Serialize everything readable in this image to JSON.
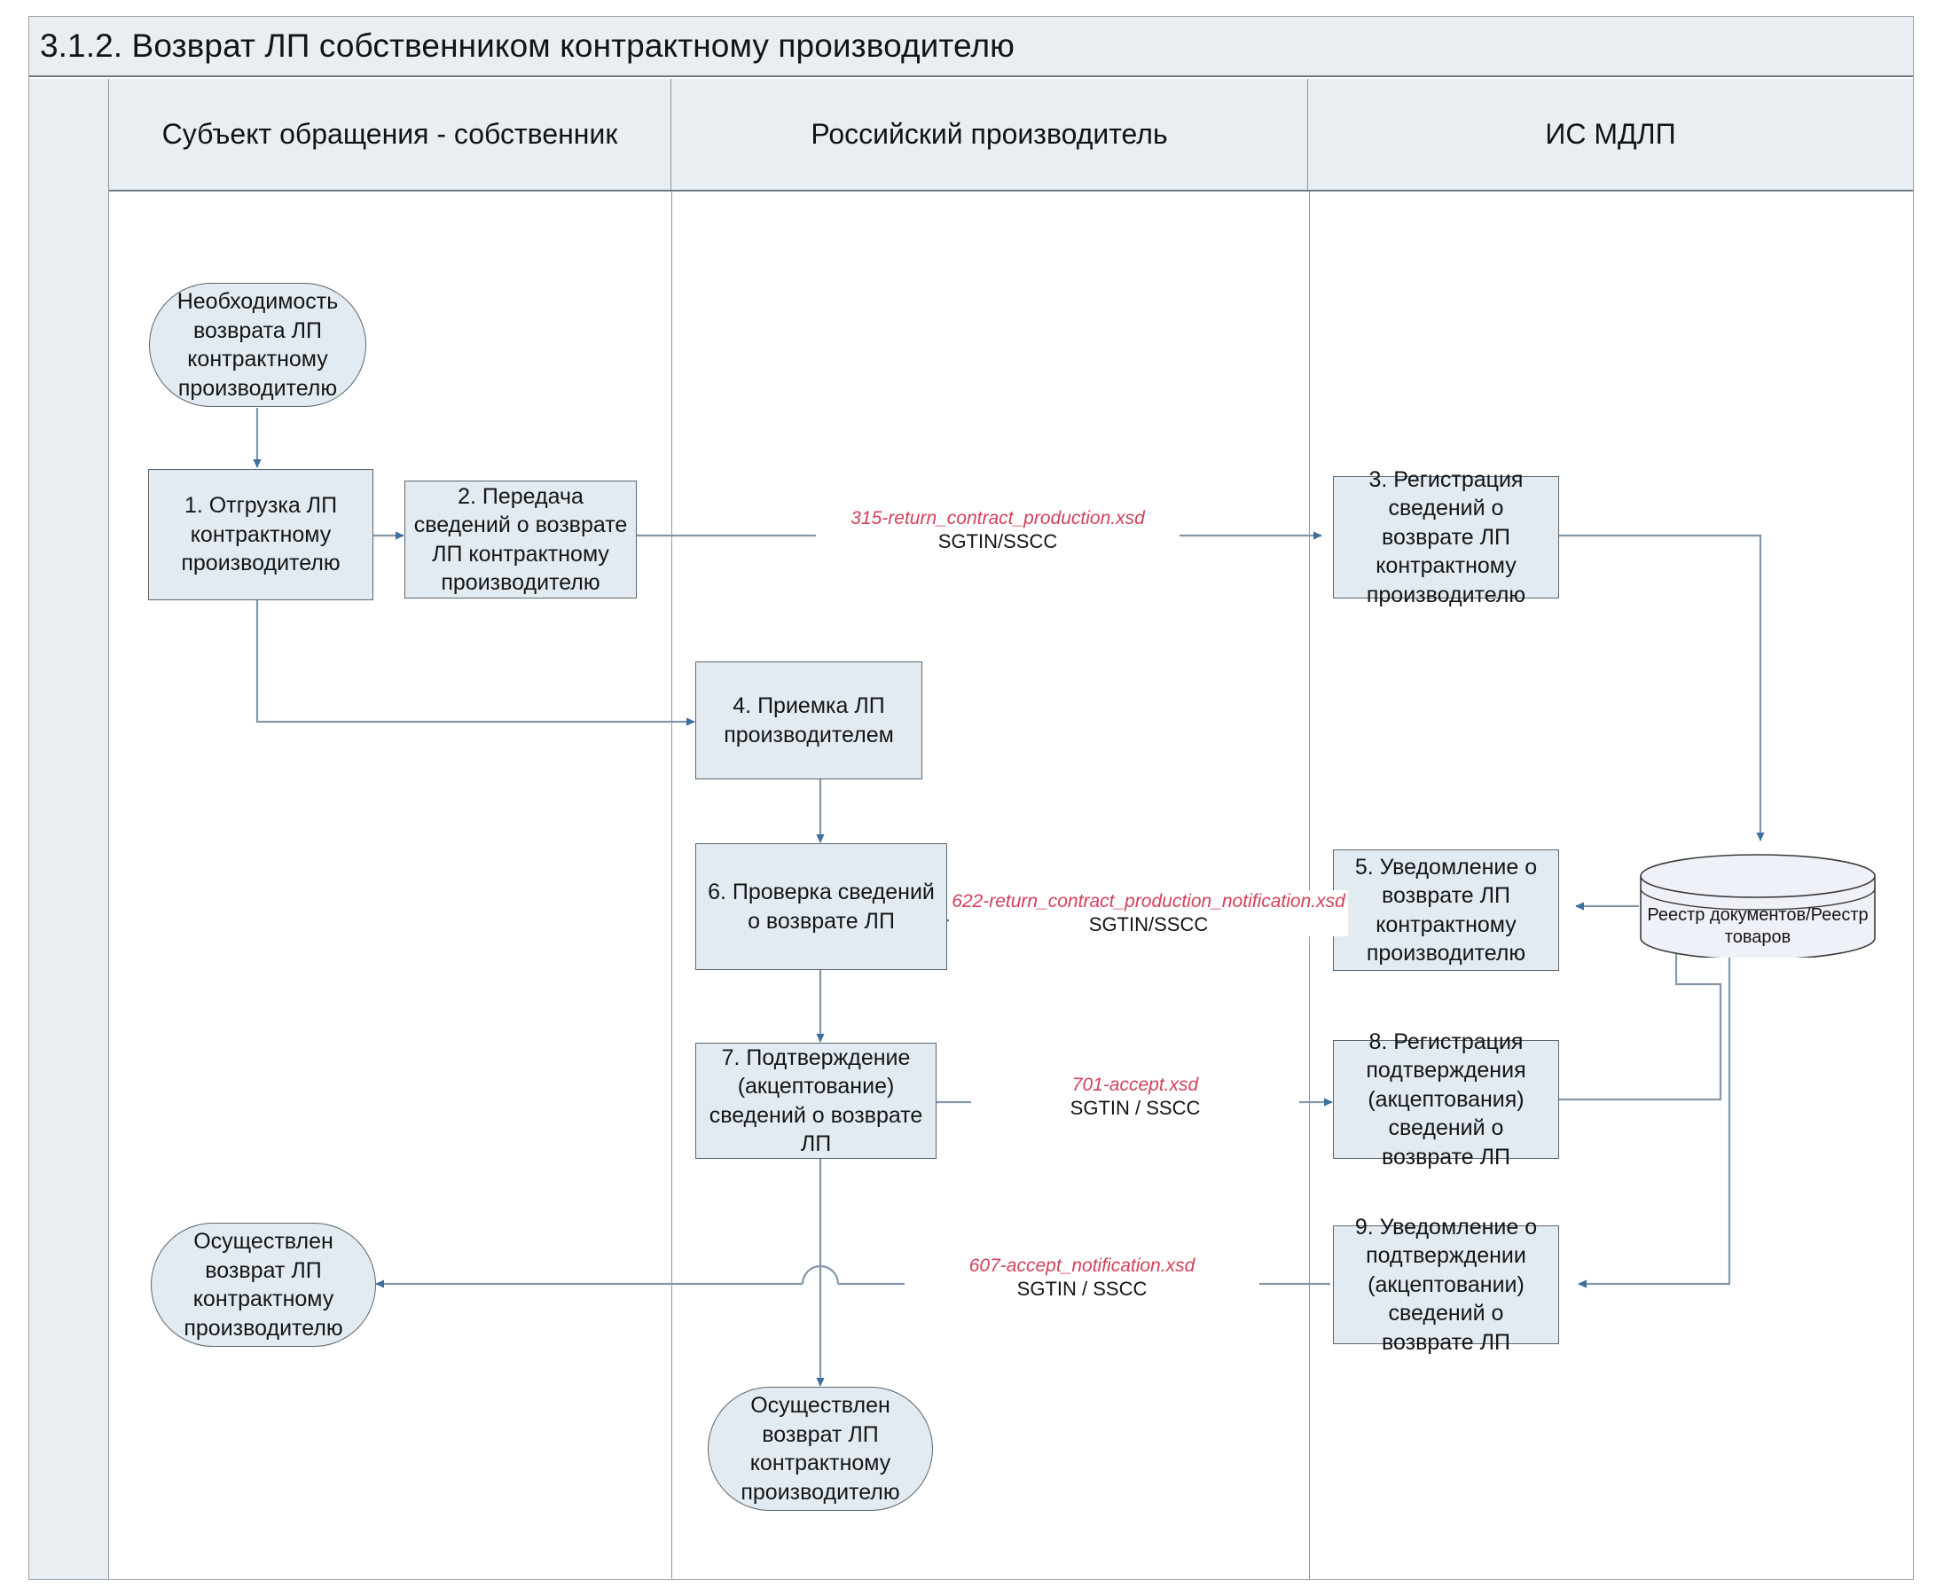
{
  "diagram": {
    "title": "3.1.2. Возврат ЛП собственником контрактному производителю",
    "type": "swimlane-flowchart",
    "colors": {
      "lane_header_bg": "#e8eef2",
      "node_fill": "#e3ebf2",
      "node_border": "#5d666e",
      "connector": "#8497a8",
      "arrow_head": "#3d6f9e",
      "xsd_label": "#d2415a"
    },
    "lanes": [
      {
        "id": "owner",
        "label": "Субъект обращения - собственник"
      },
      {
        "id": "manufacturer",
        "label": "Российский производитель"
      },
      {
        "id": "mdlp",
        "label": "ИС МДЛП"
      }
    ],
    "nodes": [
      {
        "id": "start-owner",
        "lane": "owner",
        "shape": "terminator",
        "label": "Необходимость возврата ЛП контрактному производителю"
      },
      {
        "id": "step1",
        "lane": "owner",
        "shape": "process",
        "label": "1. Отгрузка ЛП контрактному производителю"
      },
      {
        "id": "step2",
        "lane": "owner",
        "shape": "process",
        "label": "2. Передача сведений о возврате ЛП контрактному производителю"
      },
      {
        "id": "step3",
        "lane": "mdlp",
        "shape": "process",
        "label": "3. Регистрация сведений о возврате ЛП контрактному производителю"
      },
      {
        "id": "step4",
        "lane": "manufacturer",
        "shape": "process",
        "label": "4. Приемка ЛП производителем"
      },
      {
        "id": "step5",
        "lane": "mdlp",
        "shape": "process",
        "label": "5. Уведомление о возврате ЛП контрактному производителю"
      },
      {
        "id": "step6",
        "lane": "manufacturer",
        "shape": "process",
        "label": "6. Проверка сведений о возврате ЛП"
      },
      {
        "id": "step7",
        "lane": "manufacturer",
        "shape": "process",
        "label": "7. Подтверждение (акцептование) сведений о возврате ЛП"
      },
      {
        "id": "step8",
        "lane": "mdlp",
        "shape": "process",
        "label": "8. Регистрация подтверждения (акцептования) сведений о возврате ЛП"
      },
      {
        "id": "step9",
        "lane": "mdlp",
        "shape": "process",
        "label": "9. Уведомление о подтверждении (акцептовании) сведений о возврате ЛП"
      },
      {
        "id": "registry",
        "lane": "mdlp",
        "shape": "database",
        "label": "Реестр документов/Реестр товаров"
      },
      {
        "id": "end-owner",
        "lane": "owner",
        "shape": "terminator",
        "label": "Осуществлен возврат ЛП контрактному производителю"
      },
      {
        "id": "end-manufacturer",
        "lane": "manufacturer",
        "shape": "terminator",
        "label": "Осуществлен возврат ЛП контрактному производителю"
      }
    ],
    "edge_labels": [
      {
        "id": "e315",
        "xsd": "315-return_contract_production.xsd",
        "keys": "SGTIN/SSCC"
      },
      {
        "id": "e622",
        "xsd": "622-return_contract_production_notification.xsd",
        "keys": "SGTIN/SSCC"
      },
      {
        "id": "e701",
        "xsd": "701-accept.xsd",
        "keys": "SGTIN / SSCC"
      },
      {
        "id": "e607",
        "xsd": "607-accept_notification.xsd",
        "keys": "SGTIN / SSCC"
      }
    ]
  }
}
